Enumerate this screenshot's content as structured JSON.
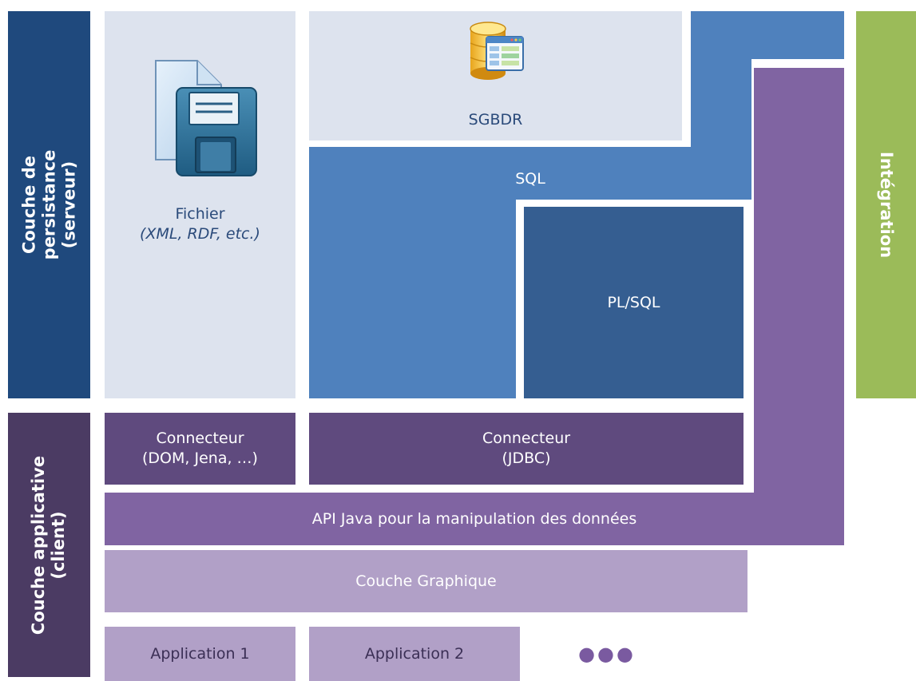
{
  "side_labels": {
    "persistence": [
      "Couche de",
      "persistance",
      "(serveur)"
    ],
    "applicative": [
      "Couche applicative",
      "(client)"
    ],
    "integration": "Intégration"
  },
  "persistence": {
    "file": {
      "icon": "floppy-file-icon",
      "label": "Fichier",
      "sublabel": "(XML, RDF, etc.)"
    },
    "sgbdr": {
      "icon": "database-table-icon",
      "label": "SGBDR"
    },
    "sql": "SQL",
    "plsql": "PL/SQL"
  },
  "applicative": {
    "connector_file": [
      "Connecteur",
      "(DOM, Jena, …)"
    ],
    "connector_db": [
      "Connecteur",
      "(JDBC)"
    ],
    "api": "API Java pour la manipulation des données",
    "gui": "Couche Graphique",
    "apps": [
      "Application 1",
      "Application 2"
    ],
    "more": "●●●"
  },
  "colors": {
    "persistence_label": "#1f497d",
    "applicative_label": "#4b3b63",
    "integration_label": "#9bbb59",
    "light_panel": "#dde3ee",
    "sql_blue": "#4f81bd",
    "plsql_blue": "#355e91",
    "connector_purple": "#5f4a7e",
    "api_purple": "#8064a2",
    "gui_lilac": "#b1a0c7"
  }
}
